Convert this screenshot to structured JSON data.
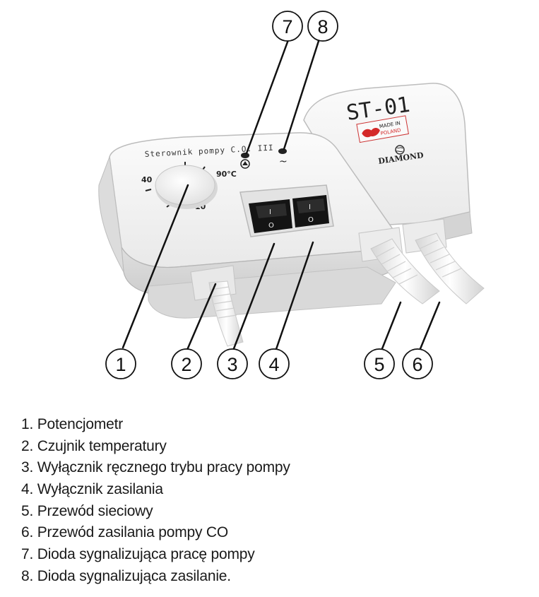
{
  "device": {
    "model_text": "ST-01",
    "front_label": "Sterownik pompy C.O. III",
    "dial_marks": {
      "left": "40",
      "right": "90°C",
      "bottom": "10"
    },
    "made_in_line1": "MADE IN",
    "made_in_line2": "POLAND",
    "brand": "DIAMOND",
    "switch_on_symbol": "I",
    "switch_off_symbol": "O",
    "pump_led_symbol": "pump-icon",
    "power_led_symbol": "~"
  },
  "callouts": [
    {
      "number": "1"
    },
    {
      "number": "2"
    },
    {
      "number": "3"
    },
    {
      "number": "4"
    },
    {
      "number": "5"
    },
    {
      "number": "6"
    },
    {
      "number": "7"
    },
    {
      "number": "8"
    }
  ],
  "legend": [
    "1. Potencjometr",
    "2. Czujnik temperatury",
    "3. Wyłącznik ręcznego trybu pracy pompy",
    "4. Wyłącznik zasilania",
    "5. Przewód sieciowy",
    "6. Przewód zasilania pompy CO",
    "7. Dioda sygnalizująca pracę pompy",
    "8. Dioda sygnalizująca zasilanie."
  ],
  "colors": {
    "housing": "#f1f1f1",
    "housing_shadow": "#cfcfcf",
    "switch": "#1c1c1c",
    "flag_red": "#d42a2a",
    "line": "#111111"
  }
}
